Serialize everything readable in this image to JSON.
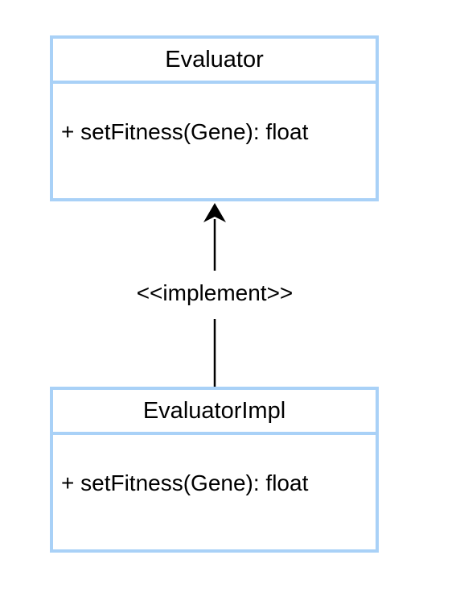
{
  "diagram": {
    "interface": {
      "name": "Evaluator",
      "methods": [
        "+ setFitness(Gene): float"
      ]
    },
    "implementation": {
      "name": "EvaluatorImpl",
      "methods": [
        "+ setFitness(Gene): float"
      ]
    },
    "relation": {
      "label": "<<implement>>",
      "from": "EvaluatorImpl",
      "to": "Evaluator"
    },
    "colors": {
      "box_border": "#a9d1f7",
      "line": "#000000"
    }
  }
}
